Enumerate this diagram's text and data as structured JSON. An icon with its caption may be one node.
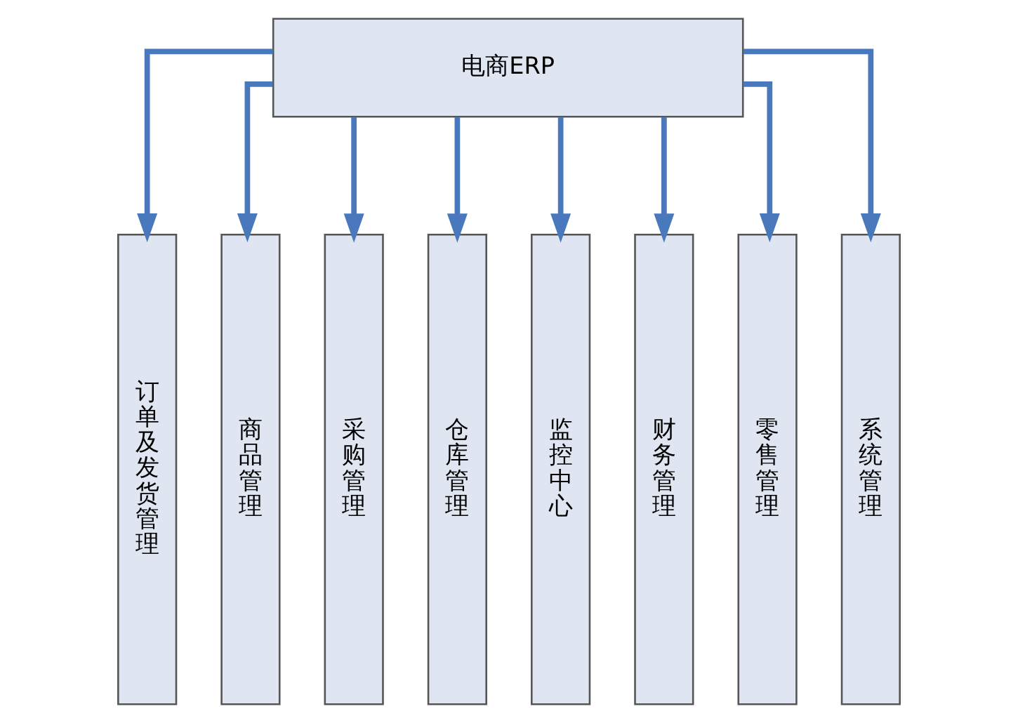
{
  "diagram": {
    "nodes": [
      {
        "text": [
          "电商ERP"
        ]
      },
      {
        "text": [
          "订单及发货管理"
        ]
      },
      {
        "text": [
          "商品管理"
        ]
      },
      {
        "text": [
          "采购管理"
        ]
      },
      {
        "text": [
          "仓库管理"
        ]
      },
      {
        "text": [
          "监控中心"
        ]
      },
      {
        "text": [
          "财务管理"
        ]
      },
      {
        "text": [
          "零售管理"
        ]
      },
      {
        "text": [
          "系统管理"
        ]
      }
    ],
    "edges": [
      {
        "from": 0,
        "to": 1,
        "arrow": "to"
      },
      {
        "from": 0,
        "to": 2,
        "arrow": "to"
      },
      {
        "from": 0,
        "to": 3,
        "arrow": "to"
      },
      {
        "from": 0,
        "to": 4,
        "arrow": "to"
      },
      {
        "from": 0,
        "to": 5,
        "arrow": "to"
      },
      {
        "from": 0,
        "to": 6,
        "arrow": "to"
      },
      {
        "from": 0,
        "to": 7,
        "arrow": "to"
      },
      {
        "from": 0,
        "to": 8,
        "arrow": "to"
      }
    ]
  }
}
